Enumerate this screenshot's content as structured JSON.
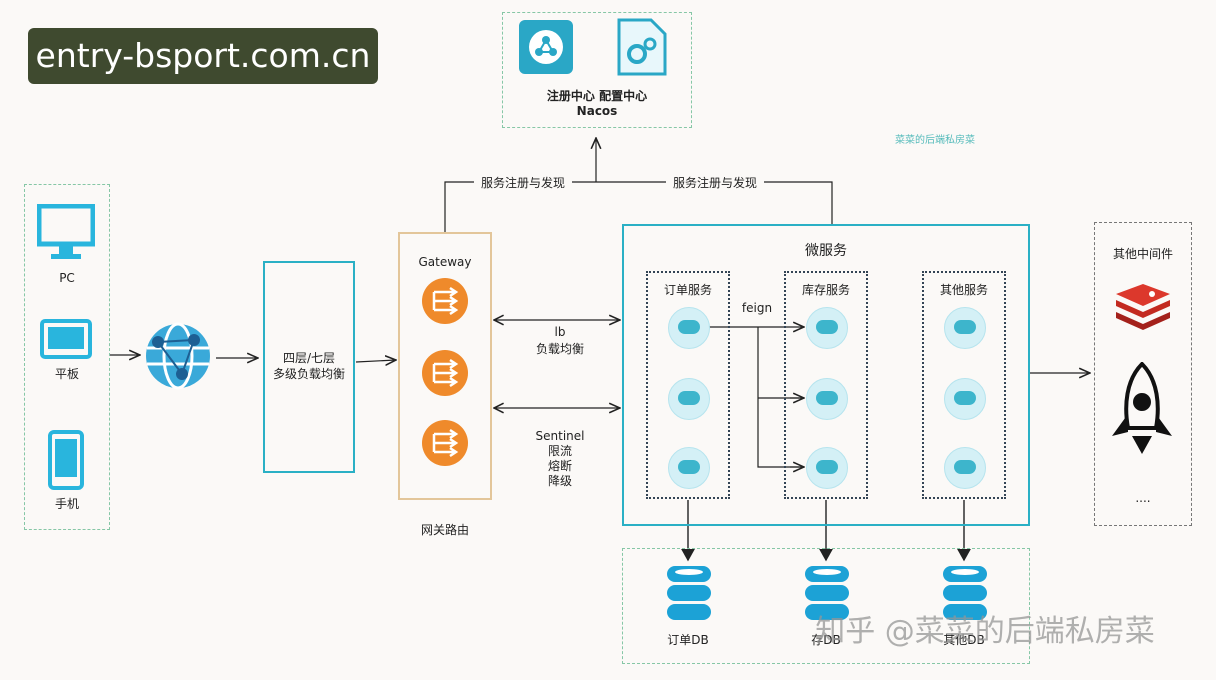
{
  "watermark_banner": "entry-bsport.com.cn",
  "nacos": {
    "label_line1": "注册中心 配置中心",
    "label_line2": "Nacos"
  },
  "faint_text": "菜菜的后端私房菜",
  "registration_left": "服务注册与发现",
  "registration_right": "服务注册与发现",
  "clients": [
    {
      "label": "PC",
      "icon": "monitor-icon"
    },
    {
      "label": "平板",
      "icon": "tablet-icon"
    },
    {
      "label": "手机",
      "icon": "phone-icon"
    }
  ],
  "load_balancer": {
    "line1": "四层/七层",
    "line2": "多级负载均衡"
  },
  "gateway": {
    "title": "Gateway",
    "caption": "网关路由"
  },
  "links": {
    "lb_line1": "lb",
    "lb_line2": "负载均衡",
    "sentinel_line1": "Sentinel",
    "sentinel_line2": "限流",
    "sentinel_line3": "熔断",
    "sentinel_line4": "降级"
  },
  "microservices": {
    "title": "微服务",
    "groups": [
      "订单服务",
      "库存服务",
      "其他服务"
    ],
    "feign": "feign"
  },
  "middleware": {
    "title": "其他中间件",
    "ellipsis": "...."
  },
  "databases": [
    "订单DB",
    "存DB",
    "其他DB"
  ],
  "zhihu_watermark": "知乎 @菜菜的后端私房菜"
}
